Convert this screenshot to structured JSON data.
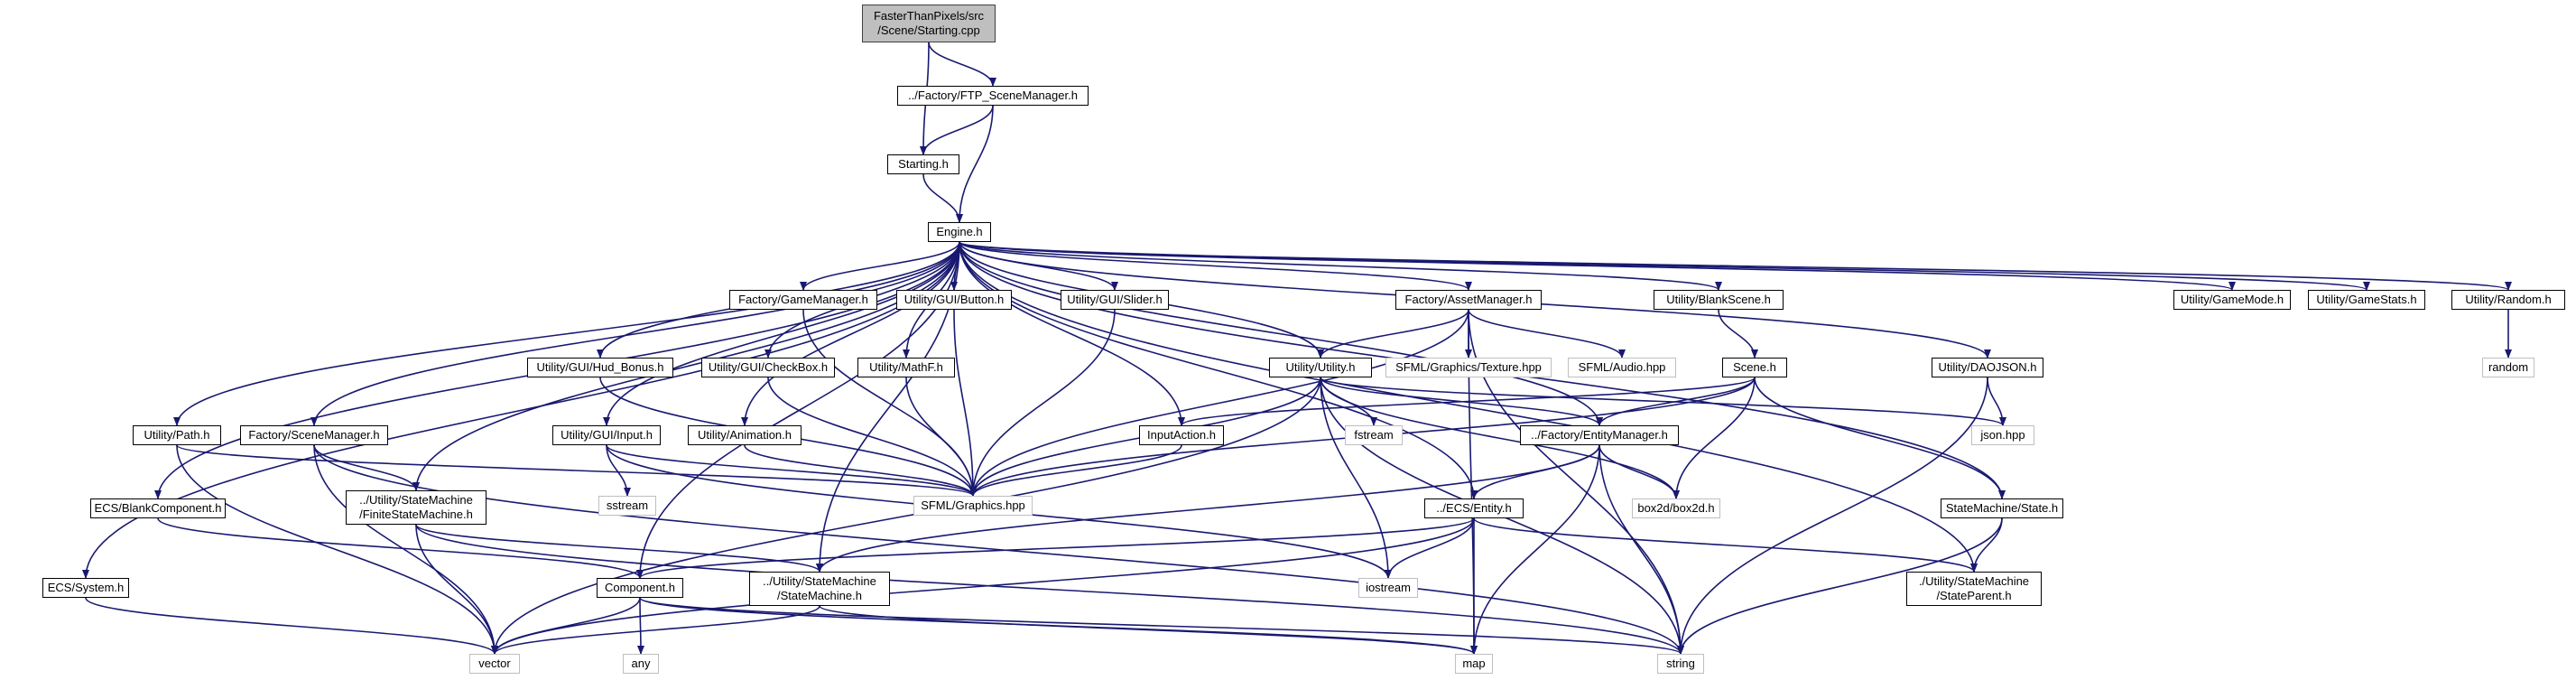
{
  "colors": {
    "edge": "#191970",
    "root_fill": "#bfbfbf",
    "border": "#000000",
    "external_border": "#bfbfbf"
  },
  "nodes": {
    "root": [
      "FasterThanPixels/src",
      "/Scene/Starting.cpp"
    ],
    "ftp_scene_manager": [
      "../Factory/FTP_SceneManager.h"
    ],
    "starting_h": [
      "Starting.h"
    ],
    "engine_h": [
      "Engine.h"
    ],
    "factory_game_manager": [
      "Factory/GameManager.h"
    ],
    "gui_button": [
      "Utility/GUI/Button.h"
    ],
    "gui_slider": [
      "Utility/GUI/Slider.h"
    ],
    "factory_asset_manager": [
      "Factory/AssetManager.h"
    ],
    "blank_scene": [
      "Utility/BlankScene.h"
    ],
    "game_mode": [
      "Utility/GameMode.h"
    ],
    "game_stats": [
      "Utility/GameStats.h"
    ],
    "random_h": [
      "Utility/Random.h"
    ],
    "random_lib": [
      "random"
    ],
    "hud_bonus": [
      "Utility/GUI/Hud_Bonus.h"
    ],
    "gui_checkbox": [
      "Utility/GUI/CheckBox.h"
    ],
    "mathf": [
      "Utility/MathF.h"
    ],
    "utility_h": [
      "Utility/Utility.h"
    ],
    "sfml_texture": [
      "SFML/Graphics/Texture.hpp"
    ],
    "sfml_audio": [
      "SFML/Audio.hpp"
    ],
    "scene_h": [
      "Scene.h"
    ],
    "daojson": [
      "Utility/DAOJSON.h"
    ],
    "json_hpp": [
      "json.hpp"
    ],
    "path_h": [
      "Utility/Path.h"
    ],
    "factory_scene_manager": [
      "Factory/SceneManager.h"
    ],
    "gui_input": [
      "Utility/GUI/Input.h"
    ],
    "animation_h": [
      "Utility/Animation.h"
    ],
    "input_action": [
      "InputAction.h"
    ],
    "fstream": [
      "fstream"
    ],
    "entity_manager": [
      "../Factory/EntityManager.h"
    ],
    "finite_state_machine": [
      "../Utility/StateMachine",
      "/FiniteStateMachine.h"
    ],
    "sstream": [
      "sstream"
    ],
    "sfml_graphics": [
      "SFML/Graphics.hpp"
    ],
    "box2d": [
      "box2d/box2d.h"
    ],
    "state_h": [
      "StateMachine/State.h"
    ],
    "blank_component": [
      "ECS/BlankComponent.h"
    ],
    "ecs_entity": [
      "../ECS/Entity.h"
    ],
    "system_h": [
      "ECS/System.h"
    ],
    "component_h": [
      "Component.h"
    ],
    "state_machine": [
      "../Utility/StateMachine",
      "/StateMachine.h"
    ],
    "iostream": [
      "iostream"
    ],
    "state_parent": [
      "./Utility/StateMachine",
      "/StateParent.h"
    ],
    "vector": [
      "vector"
    ],
    "any": [
      "any"
    ],
    "map": [
      "map"
    ],
    "string": [
      "string"
    ]
  }
}
